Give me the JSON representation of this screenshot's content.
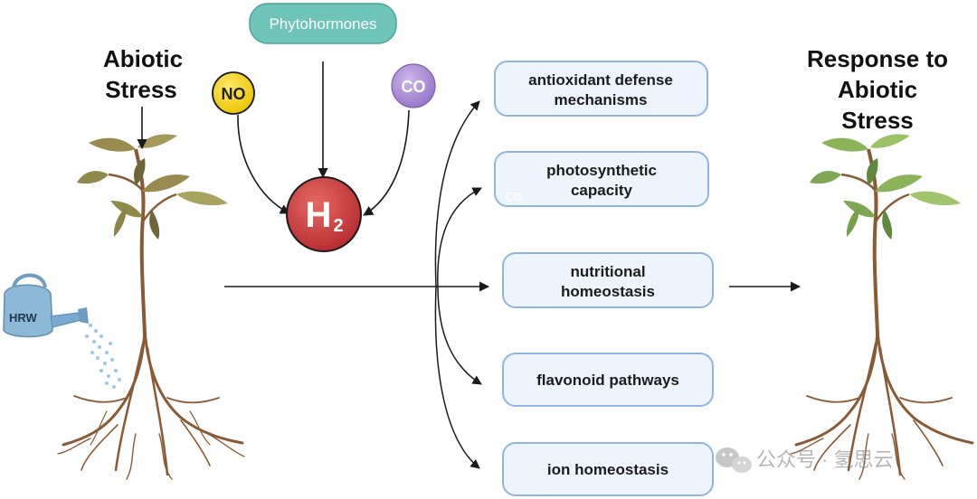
{
  "left_title": [
    "Abiotic",
    "Stress"
  ],
  "right_title": [
    "Response to",
    "Abiotic",
    "Stress"
  ],
  "phytohormones": "Phytohormones",
  "no": "NO",
  "co": "CO",
  "h2": "H",
  "h2_sub": "2",
  "hrw": "HRW",
  "faint_co": "CO",
  "responses": [
    [
      "antioxidant defense",
      "mechanisms"
    ],
    [
      "photosynthetic",
      "capacity"
    ],
    [
      "nutritional",
      "homeostasis"
    ],
    [
      "flavonoid pathways"
    ],
    [
      "ion homeostasis"
    ]
  ],
  "watermark": "公众号 · 氢思云",
  "colors": {
    "no_fill": "#f2d21b",
    "co_fill": "#a98bd0",
    "h2_fill": "#c9373a",
    "phyto_fill": "#6ec4b8",
    "box_fill": "#eef4fc",
    "box_stroke": "#8fb5e3",
    "leaf_wilted": "#9a8a4f",
    "leaf_healthy": "#7fa653",
    "root": "#8a5a34"
  }
}
